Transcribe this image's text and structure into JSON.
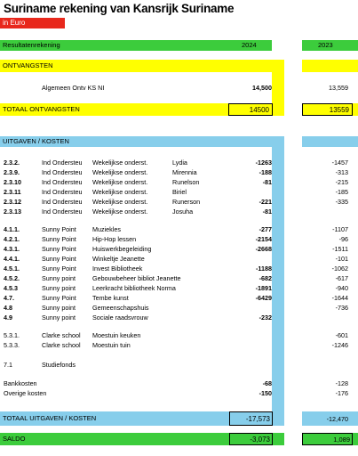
{
  "header": {
    "title": "Suriname rekening van Kansrijk Suriname",
    "subtitle": "in Euro"
  },
  "resultaten": {
    "label": "Resultatenrekening",
    "y2024": "2024",
    "y2023": "2023"
  },
  "ontvangsten": {
    "label": "ONTVANGSTEN",
    "row": {
      "desc": "Algemeen  Ontv KS NI",
      "v2024": "14,500",
      "v2023": "13,559"
    },
    "totaal": {
      "label": "TOTAAL ONTVANGSTEN",
      "v2024": "14500",
      "v2023": "13559"
    }
  },
  "uitgaven": {
    "label": "UITGAVEN / KOSTEN",
    "rows": [
      {
        "code": "2.3.2.",
        "org": "Ind Ondersteu",
        "desc": "Wekelijkse onderst.",
        "name": "Lydia",
        "v2024": "-1263",
        "v2023": "-1457"
      },
      {
        "code": "2.3.9.",
        "org": "Ind Ondersteu",
        "desc": "Wekelijkse onderst.",
        "name": "Mirennia",
        "v2024": "-188",
        "v2023": "-313"
      },
      {
        "code": "2.3.10",
        "org": "Ind Ondersteu",
        "desc": "Wekelijkse onderst.",
        "name": "Runelson",
        "v2024": "-81",
        "v2023": "-215"
      },
      {
        "code": "2.3.11",
        "org": "Ind Ondersteu",
        "desc": "Wekelijkse onderst.",
        "name": "Biriel",
        "v2024": "",
        "v2023": "-185"
      },
      {
        "code": "2.3.12",
        "org": "Ind Ondersteu",
        "desc": "Wekelijkse onderst.",
        "name": "Runerson",
        "v2024": "-221",
        "v2023": "-335"
      },
      {
        "code": "2.3.13",
        "org": "Ind Ondersteu",
        "desc": "Wekelijkse onderst.",
        "name": "Josuha",
        "v2024": "-81",
        "v2023": ""
      },
      {
        "code": "4.1.1.",
        "org": "Sunny Point",
        "desc": "Muziekles",
        "name": "",
        "v2024": "-277",
        "v2023": "-1107"
      },
      {
        "code": "4.2.1.",
        "org": "Sunny Point",
        "desc": "Hip-Hop lessen",
        "name": "",
        "v2024": "-2154",
        "v2023": "-96"
      },
      {
        "code": "4.3.1.",
        "org": "Sunny Point",
        "desc": "Huiswerkbegeleiding",
        "name": "",
        "v2024": "-2668",
        "v2023": "-1511"
      },
      {
        "code": "4.4.1.",
        "org": "Sunny Point",
        "desc": "Winkeltje Jeanette",
        "name": "",
        "v2024": "",
        "v2023": "-101"
      },
      {
        "code": "4.5.1.",
        "org": "Sunny Point",
        "desc": "Invest Bibliotheek",
        "name": "",
        "v2024": "-1188",
        "v2023": "-1062"
      },
      {
        "code": "4.5.2.",
        "org": "Sunny point",
        "desc": "Gebouwbeheer bibliot Jeanette",
        "name": "",
        "v2024": "-682",
        "v2023": "-617"
      },
      {
        "code": "4.5.3",
        "org": "Sunny point",
        "desc": "Leerkracht bibliotheek Norma",
        "name": "",
        "v2024": "-1891",
        "v2023": "-940"
      },
      {
        "code": "4.7.",
        "org": "Sunny Point",
        "desc": "Tembe kunst",
        "name": "",
        "v2024": "-6429",
        "v2023": "-1644"
      },
      {
        "code": "4.8",
        "org": "Sunny point",
        "desc": "Gemeenschapshuis",
        "name": "",
        "v2024": "",
        "v2023": "-736"
      },
      {
        "code": "4.9",
        "org": "Sunny point",
        "desc": "Sociale raadsvrouw",
        "name": "",
        "v2024": "-232",
        "v2023": ""
      },
      {
        "code": "5.3.1.",
        "org": "Clarke school",
        "desc": "Moestuin keuken",
        "name": "",
        "v2024": "",
        "v2023": "-601"
      },
      {
        "code": "5.3.3.",
        "org": "Clarke school",
        "desc": "Moestuin tuin",
        "name": "",
        "v2024": "",
        "v2023": "-1246"
      },
      {
        "code": "7.1",
        "org": "Studiefonds",
        "desc": "",
        "name": "",
        "v2024": "",
        "v2023": ""
      },
      {
        "code": "Bankkosten",
        "org": "",
        "desc": "",
        "name": "",
        "v2024": "-68",
        "v2023": "-128"
      },
      {
        "code": "Overige kosten",
        "org": "",
        "desc": "",
        "name": "",
        "v2024": "-150",
        "v2023": "-176"
      }
    ],
    "totaal": {
      "label": "TOTAAL UITGAVEN / KOSTEN",
      "v2024": "-17,573",
      "v2023": "-12,470"
    }
  },
  "saldo": {
    "label": "SALDO",
    "v2024": "-3,073",
    "v2023": "1,089"
  }
}
